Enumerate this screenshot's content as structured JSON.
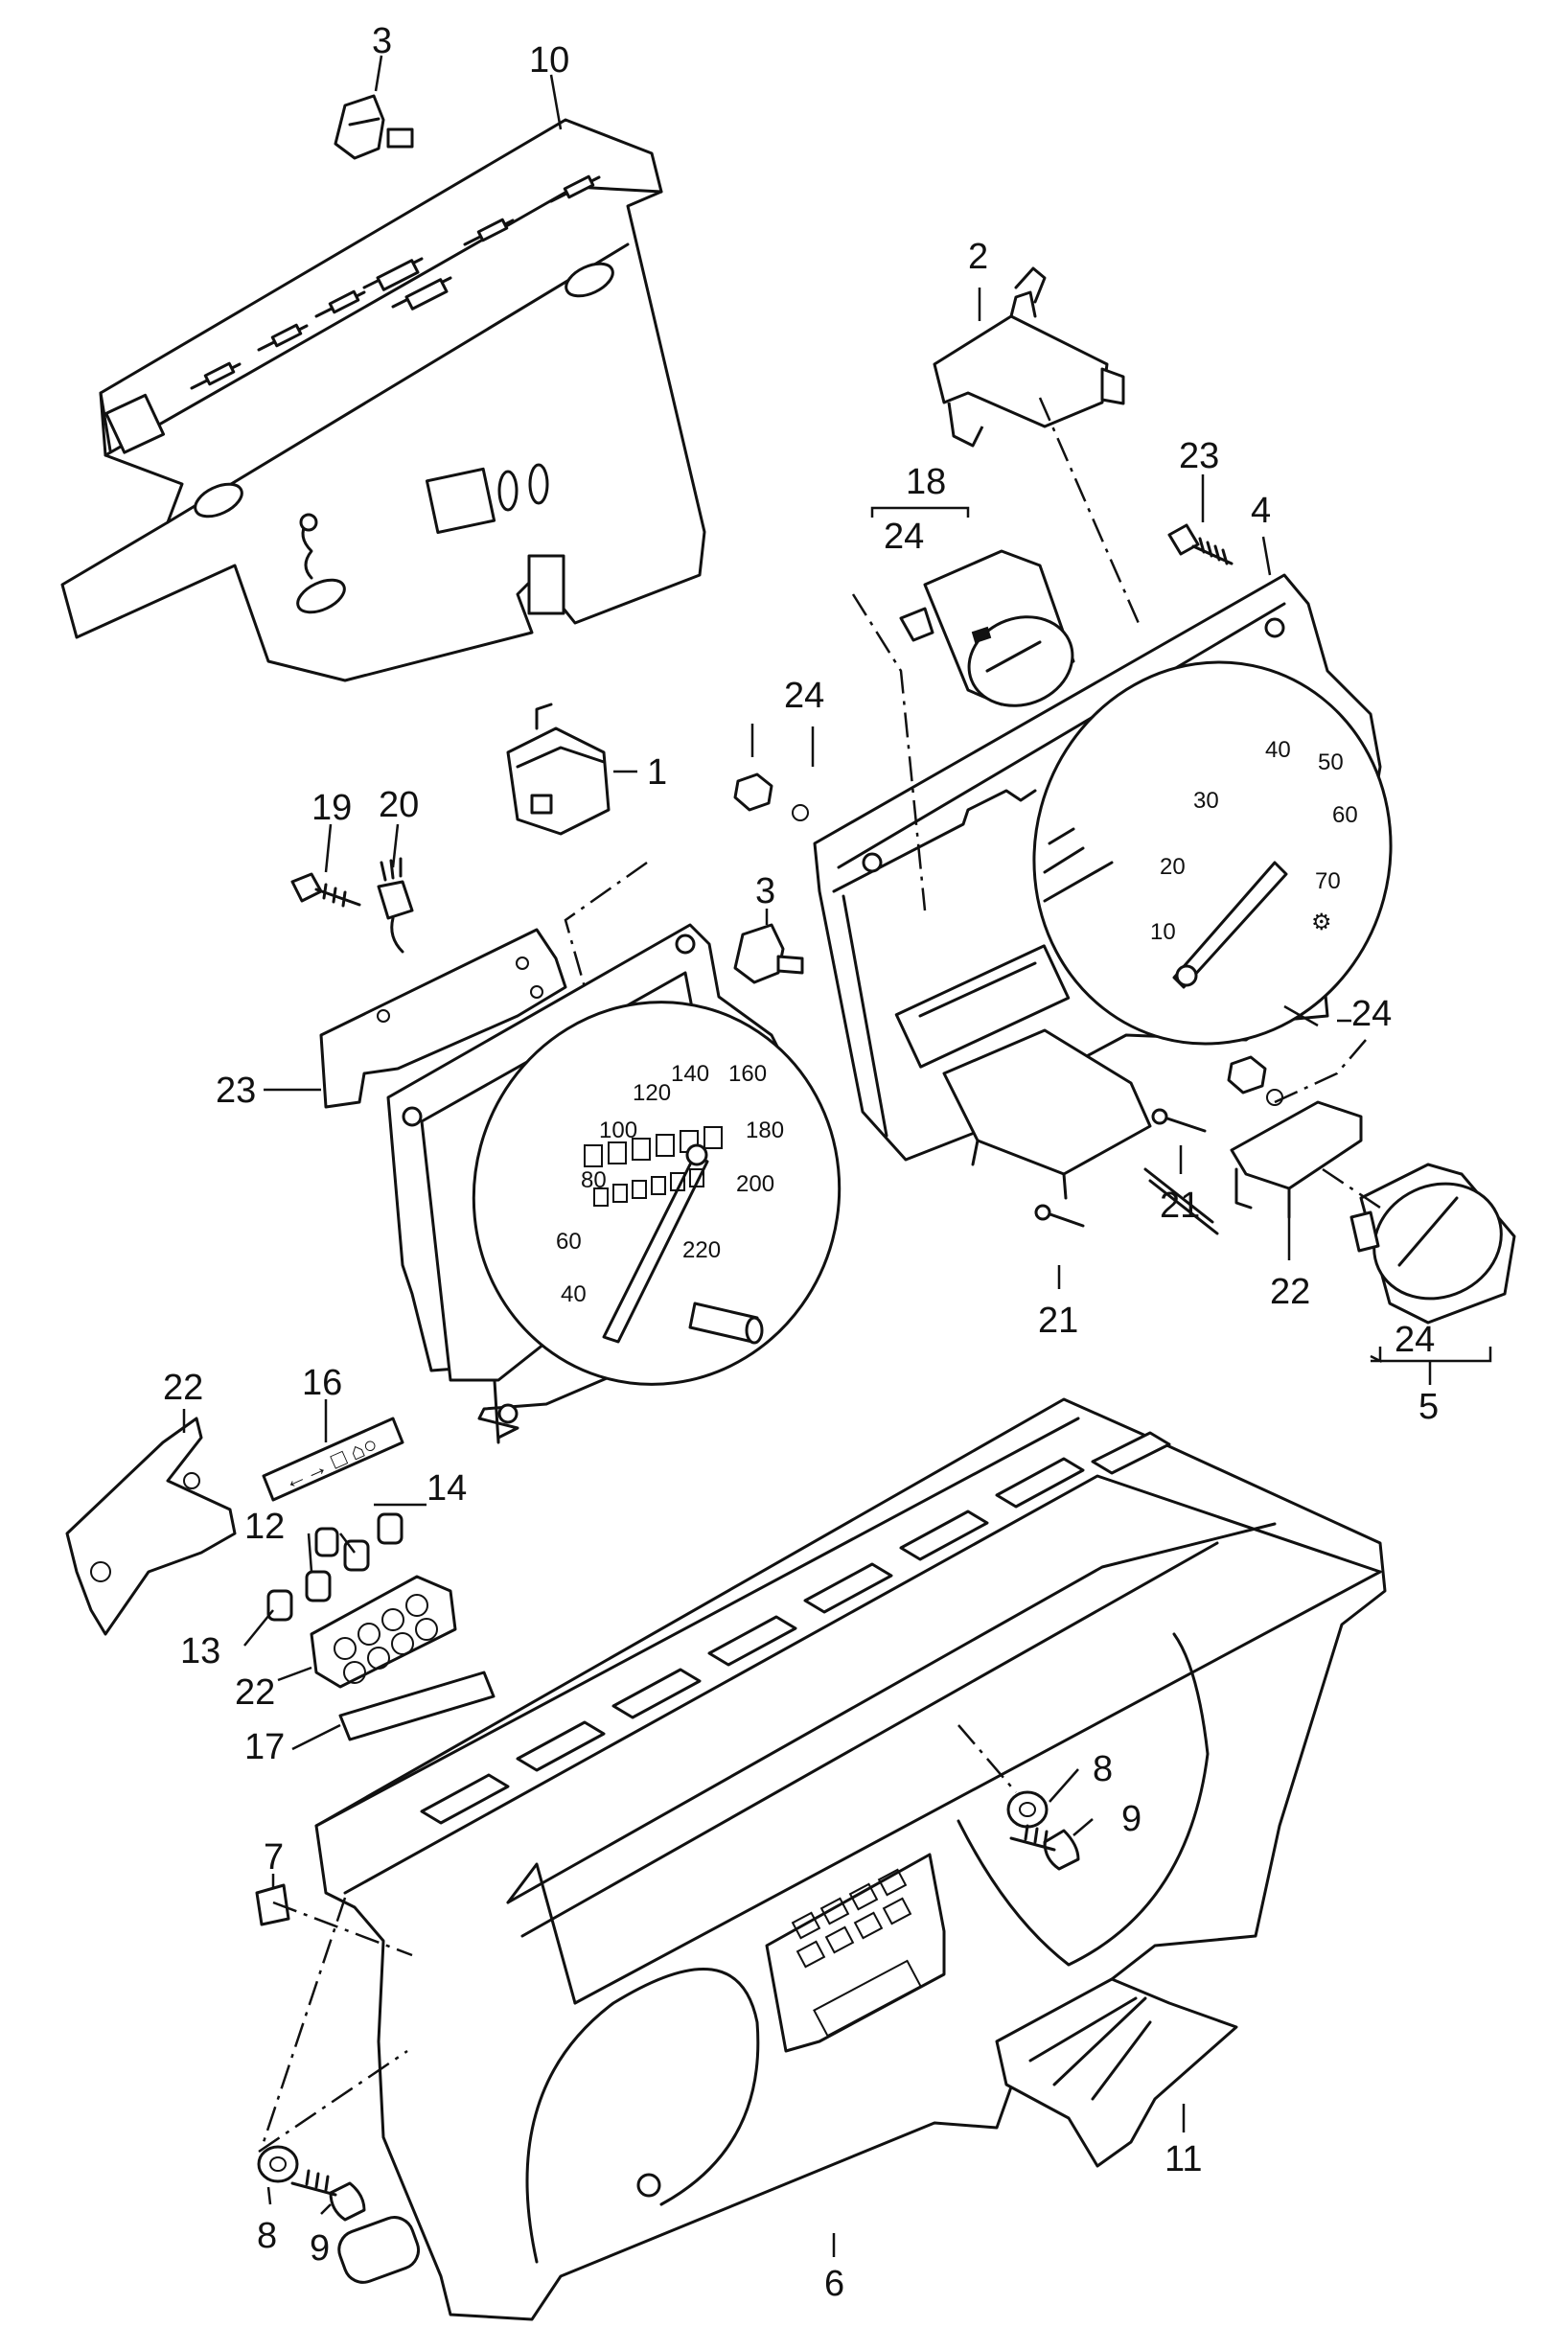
{
  "callouts": [
    {
      "id": "c3a",
      "text": "3"
    },
    {
      "id": "c10",
      "text": "10"
    },
    {
      "id": "c2",
      "text": "2"
    },
    {
      "id": "c18",
      "text": "18"
    },
    {
      "id": "c24a",
      "text": "24"
    },
    {
      "id": "c23a",
      "text": "23"
    },
    {
      "id": "c4",
      "text": "4"
    },
    {
      "id": "c24b",
      "text": "24"
    },
    {
      "id": "c1",
      "text": "1"
    },
    {
      "id": "c19",
      "text": "19"
    },
    {
      "id": "c20",
      "text": "20"
    },
    {
      "id": "c3b",
      "text": "3"
    },
    {
      "id": "c23b",
      "text": "23"
    },
    {
      "id": "c24c",
      "text": "24"
    },
    {
      "id": "c21a",
      "text": "21"
    },
    {
      "id": "c21b",
      "text": "21"
    },
    {
      "id": "c22a",
      "text": "22"
    },
    {
      "id": "c24d",
      "text": "24"
    },
    {
      "id": "c5",
      "text": "5"
    },
    {
      "id": "c22b",
      "text": "22"
    },
    {
      "id": "c16",
      "text": "16"
    },
    {
      "id": "c14",
      "text": "14"
    },
    {
      "id": "c12",
      "text": "12"
    },
    {
      "id": "c13",
      "text": "13"
    },
    {
      "id": "c22c",
      "text": "22"
    },
    {
      "id": "c17",
      "text": "17"
    },
    {
      "id": "c8a",
      "text": "8"
    },
    {
      "id": "c9a",
      "text": "9"
    },
    {
      "id": "c7",
      "text": "7"
    },
    {
      "id": "c8b",
      "text": "8"
    },
    {
      "id": "c9b",
      "text": "9"
    },
    {
      "id": "c6",
      "text": "6"
    },
    {
      "id": "c11",
      "text": "11"
    }
  ],
  "speedometer": {
    "ticks": [
      "40",
      "60",
      "80",
      "100",
      "120",
      "140",
      "160",
      "180",
      "200",
      "220"
    ]
  },
  "tachometer": {
    "ticks": [
      "10",
      "20",
      "30",
      "40",
      "50",
      "60",
      "70"
    ]
  },
  "colors": {
    "ink": "#111111",
    "paper": "#ffffff"
  }
}
